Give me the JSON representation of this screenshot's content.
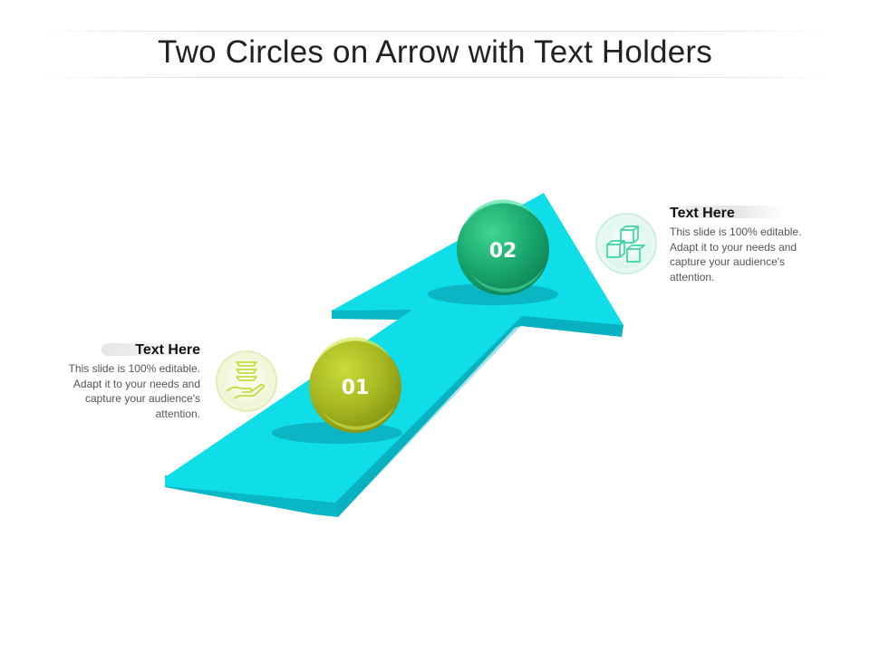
{
  "title": "Two Circles on Arrow with Text Holders",
  "steps": [
    {
      "number": "01",
      "heading": "Text Here",
      "body": "This slide is 100% editable. Adapt it to your needs and capture your audience's attention.",
      "icon": "hand-with-stack-icon"
    },
    {
      "number": "02",
      "heading": "Text Here",
      "body": "This slide is 100% editable. Adapt it to your needs and capture your audience's attention.",
      "icon": "cubes-icon"
    }
  ],
  "colors": {
    "arrow_top": "#0fdde8",
    "arrow_side": "#08b6c4",
    "circle_01": "#a6b820",
    "circle_02": "#1aa86e",
    "icon_01": "#c8de4a",
    "icon_02": "#3ed6a2"
  }
}
